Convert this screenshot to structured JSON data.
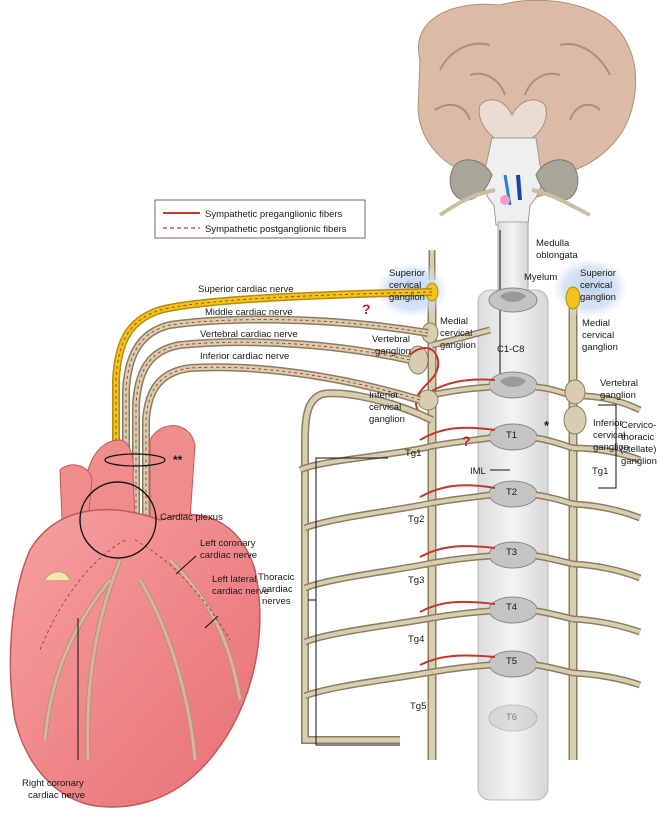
{
  "legend": {
    "preganglionic": "Sympathetic preganglionic fibers",
    "postganglionic": "Sympathetic postganglionic fibers"
  },
  "nerves": {
    "superior": "Superior cardiac nerve",
    "middle": "Middle cardiac nerve",
    "vertebral": "Vertebral cardiac nerve",
    "inferior": "Inferior cardiac nerve"
  },
  "labels": {
    "medulla_1": "Medulla",
    "medulla_2": "oblongata",
    "myelum": "Myelum",
    "c1c8": "C1-C8",
    "iml": "IML",
    "sup_cerv_left_1": "Superior",
    "sup_cerv_left_2": "cervical",
    "sup_cerv_left_3": "ganglion",
    "sup_cerv_right_1": "Superior",
    "sup_cerv_right_2": "cervical",
    "sup_cerv_right_3": "ganglion",
    "med_cerv_left_1": "Medial",
    "med_cerv_left_2": "cervical",
    "med_cerv_left_3": "ganglion",
    "med_cerv_right_1": "Medial",
    "med_cerv_right_2": "cervical",
    "med_cerv_right_3": "ganglion",
    "vert_left_1": "Vertebral",
    "vert_left_2": "ganglion",
    "vert_right_1": "Vertebral",
    "vert_right_2": "ganglion",
    "inf_cerv_left_1": "Inferior",
    "inf_cerv_left_2": "cervical",
    "inf_cerv_left_3": "ganglion",
    "inf_cerv_right_1": "Inferior",
    "inf_cerv_right_2": "cervical",
    "inf_cerv_right_3": "ganglion",
    "stellate_1": "Cervico-",
    "stellate_2": "thoracic",
    "stellate_3": "(stellate)",
    "stellate_4": "ganglion",
    "cardiac_plexus": "Cardiac plexus",
    "left_coronary_1": "Left coronary",
    "left_coronary_2": "cardiac nerve",
    "left_lateral_1": "Left lateral",
    "left_lateral_2": "cardiac nerve",
    "thoracic_1": "Thoracic",
    "thoracic_2": "cardiac",
    "thoracic_3": "nerves",
    "right_coronary_1": "Right coronary",
    "right_coronary_2": "cardiac nerve",
    "double_asterisk": "**",
    "asterisk": "*",
    "question_1": "?",
    "question_2": "?",
    "tg1_left": "Tg1",
    "tg1_right": "Tg1",
    "tg2": "Tg2",
    "tg3": "Tg3",
    "tg4": "Tg4",
    "tg5": "Tg5",
    "t1": "T1",
    "t2": "T2",
    "t3": "T3",
    "t4": "T4",
    "t5": "T5",
    "t6": "T6"
  },
  "colors": {
    "nerve_fill": "#d8cdb0",
    "nerve_edge": "#8a7d60",
    "pregang": "#c0392b",
    "superior_nerve": "#f2c41a",
    "heart": "#f08a8a",
    "heart_dark": "#d96060",
    "brain": "#d9b8a4",
    "cord": "#e8e8e8",
    "glow": "#b9cfee"
  }
}
